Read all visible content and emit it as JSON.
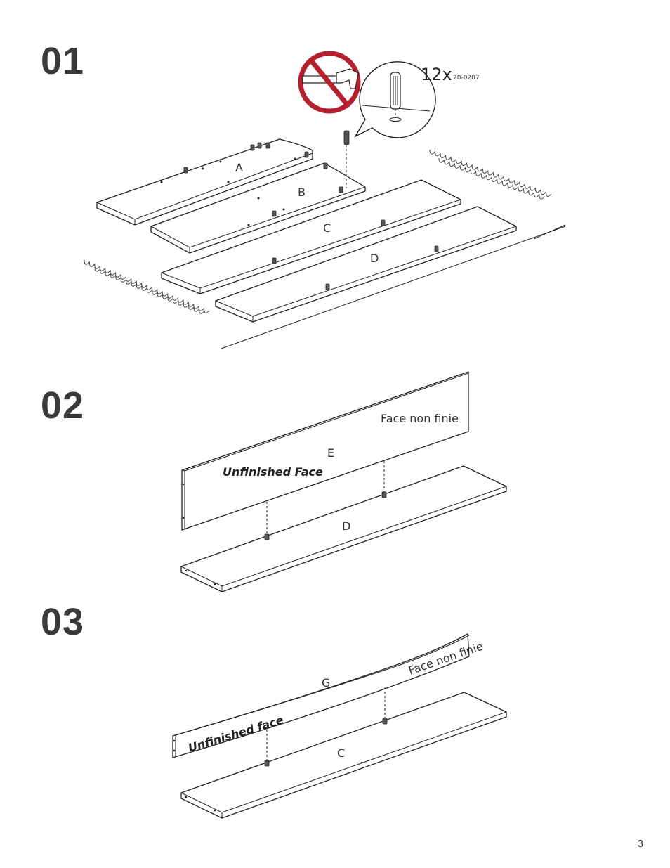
{
  "steps": [
    {
      "number": "01"
    },
    {
      "number": "02"
    },
    {
      "number": "03"
    }
  ],
  "step1": {
    "panel_labels": [
      "A",
      "B",
      "C",
      "D"
    ],
    "hardware": {
      "quantity": "12x",
      "part_code": "20-0207"
    },
    "no_hammer_icon": "no-hammer-icon"
  },
  "step2": {
    "panel_e_label": "E",
    "panel_d_label": "D",
    "face_non_finie": "Face non finie",
    "unfinished_face": "Unfinished Face"
  },
  "step3": {
    "panel_g_label": "G",
    "panel_c_label": "C",
    "face_non_finie": "Face non finie",
    "unfinished_face": "Unfinished face"
  },
  "page_number": "3"
}
